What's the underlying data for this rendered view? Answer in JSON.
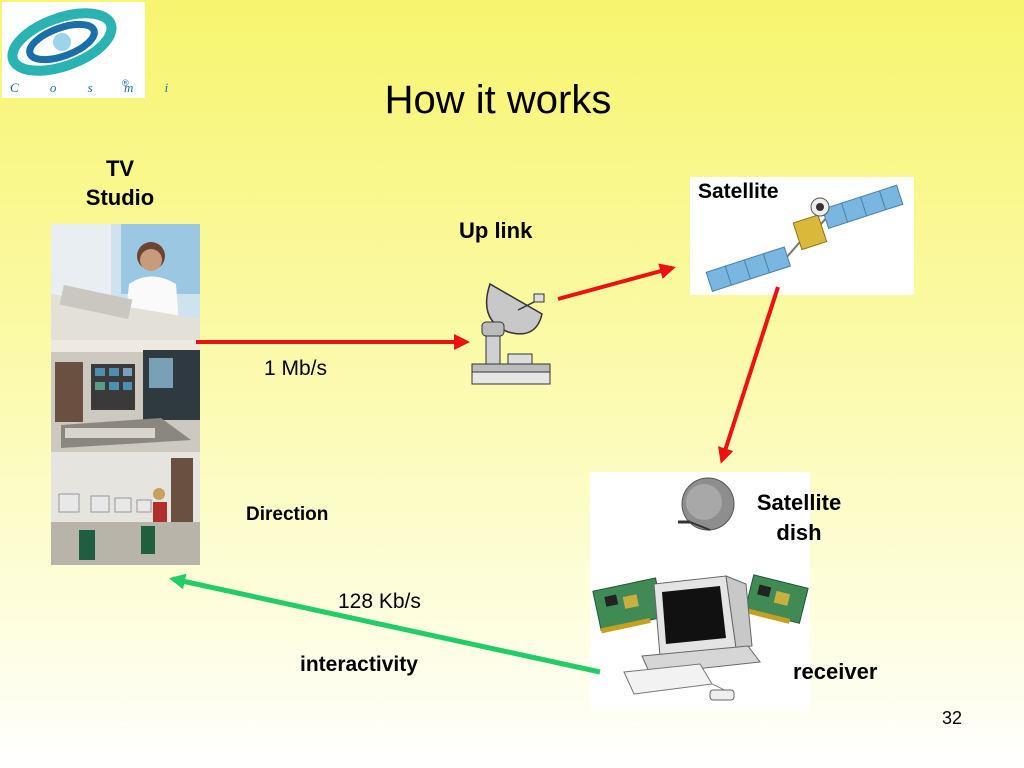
{
  "slide": {
    "title": "How it works",
    "page_number": "32"
  },
  "logo": {
    "text": "C o s m i",
    "registered_mark": "®"
  },
  "labels": {
    "tv_studio_line1": "TV",
    "tv_studio_line2": "Studio",
    "up_link": "Up link",
    "satellite": "Satellite",
    "speed_up": "1 Mb/s",
    "direction": "Direction",
    "satellite_dish_line1": "Satellite",
    "satellite_dish_line2": "dish",
    "speed_return": "128 Kb/s",
    "interactivity": "interactivity",
    "receiver": "receiver"
  },
  "colors": {
    "arrow_red": "#ee1111",
    "arrow_green": "#22cc66",
    "logo_blue": "#1a6fa8",
    "logo_teal": "#2bb3b1"
  }
}
